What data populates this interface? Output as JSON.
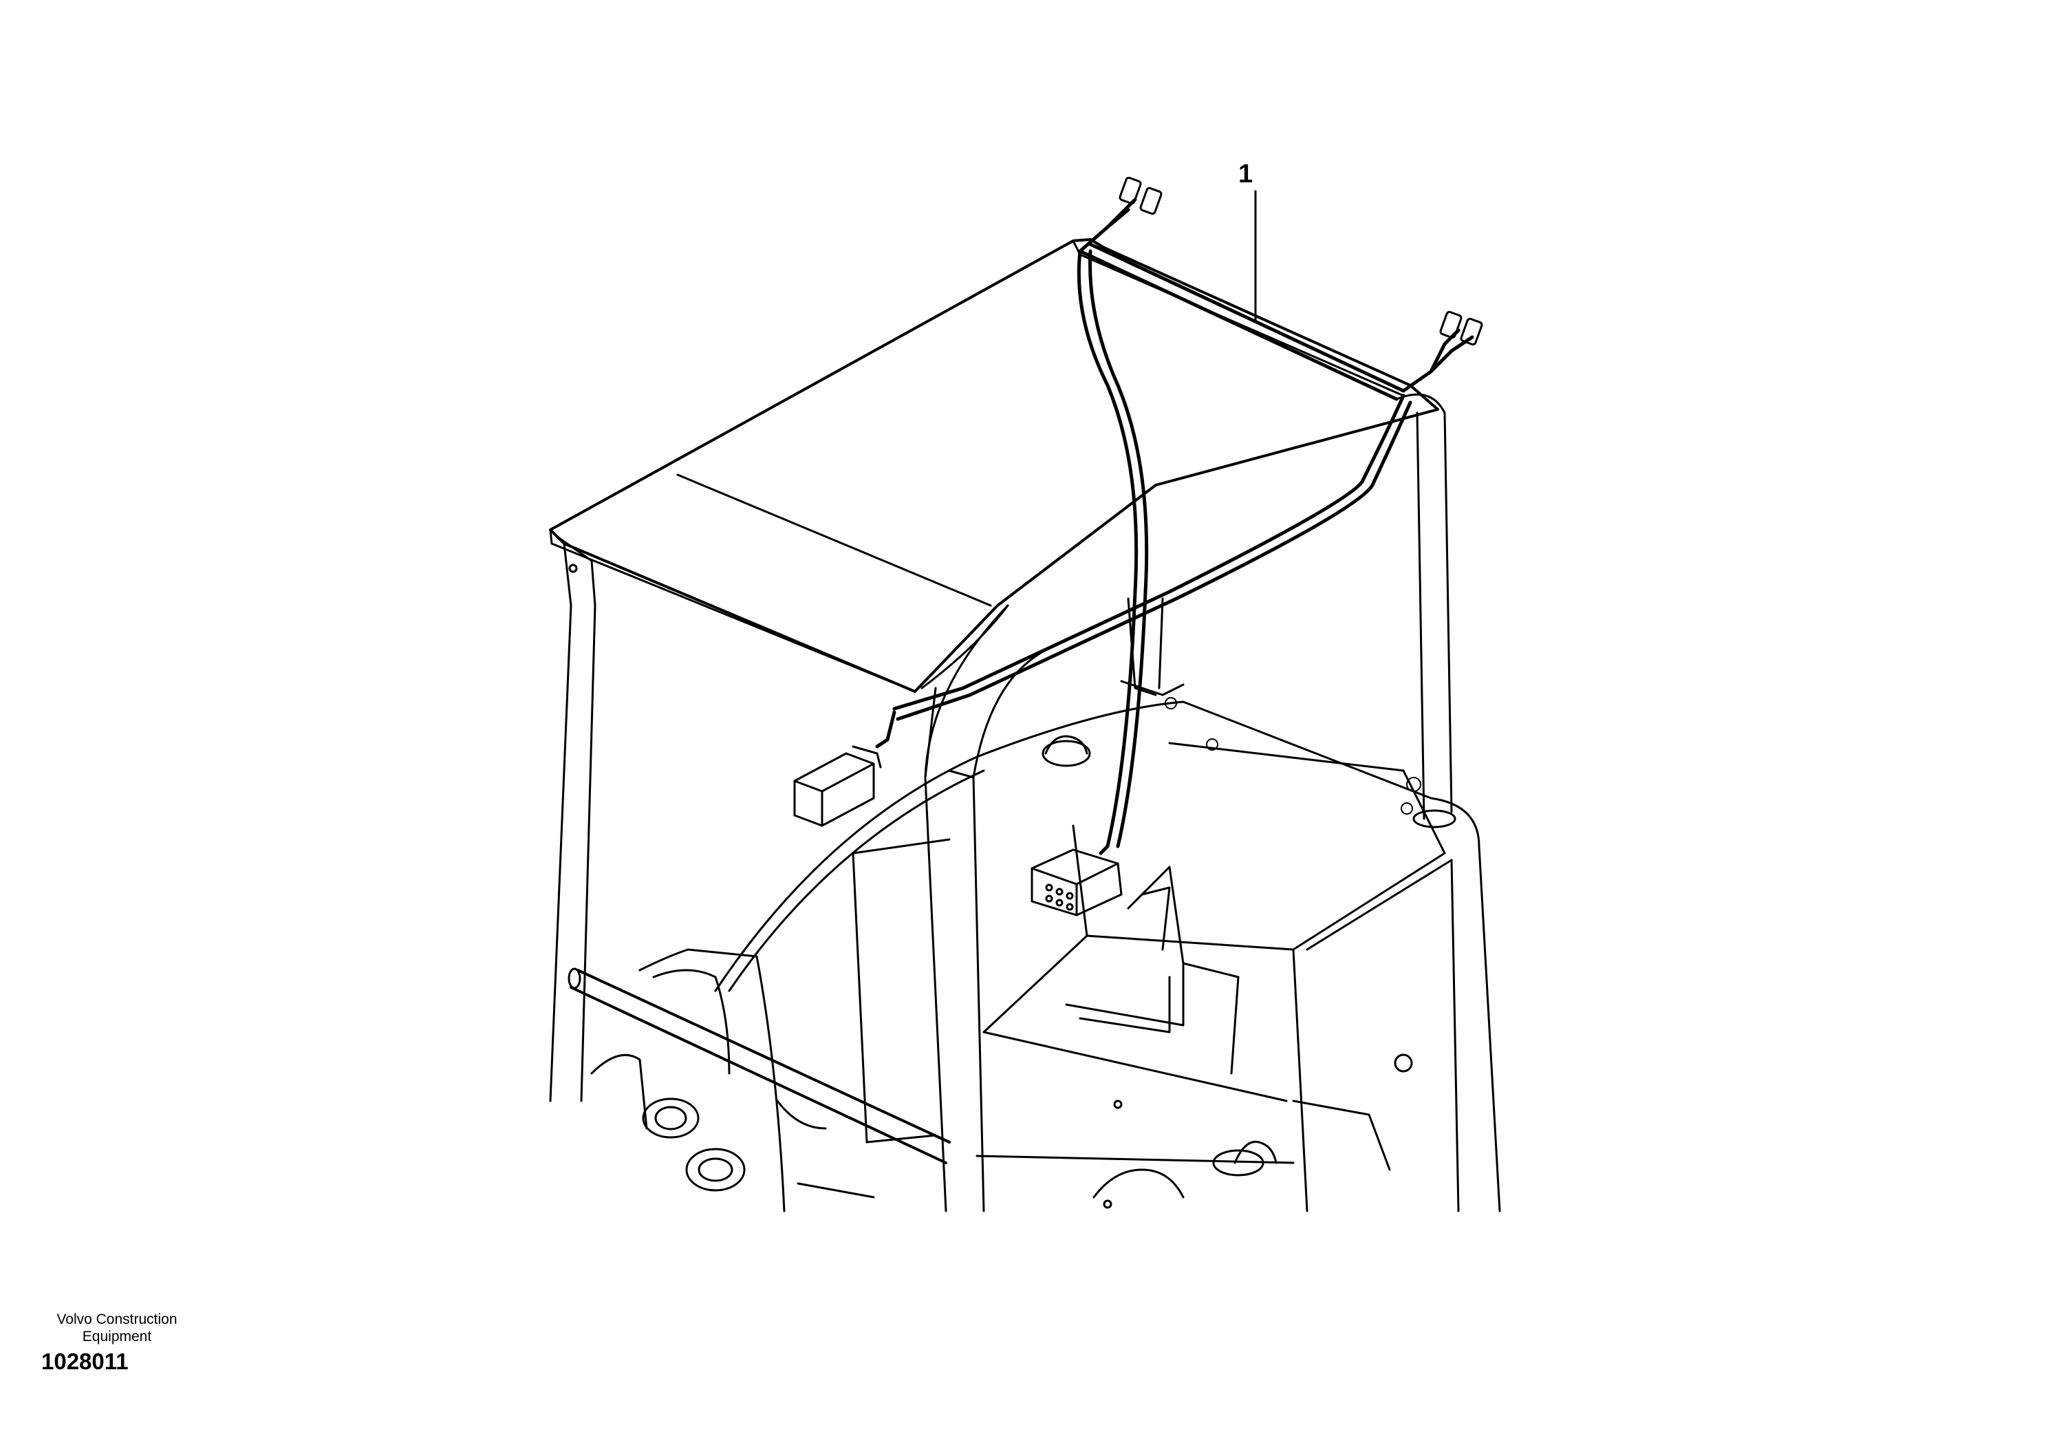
{
  "callout": {
    "label": "1"
  },
  "footer": {
    "company_line1": "Volvo Construction",
    "company_line2": "Equipment",
    "drawing_number": "1028011"
  },
  "colors": {
    "line": "#000000",
    "background": "#ffffff"
  }
}
